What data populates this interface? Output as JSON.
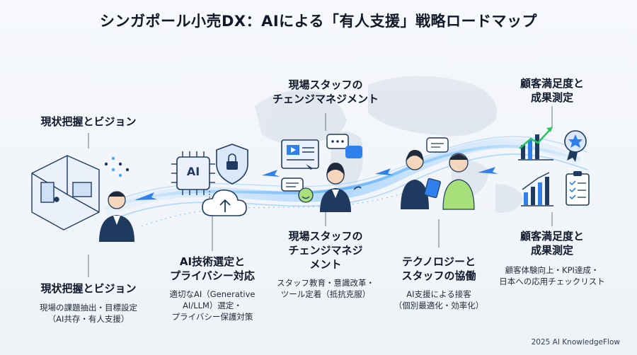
{
  "title": "シンガポール小売DX：AIによる「有人支援」戦略ロードマップ",
  "stages": [
    {
      "top_label": "現状把握とビジョン",
      "bottom_label": "現状把握とビジョン",
      "bottom_desc_1": "現場の課題抽出・目標設定",
      "bottom_desc_2": "（AI共存・有人支援）"
    },
    {
      "chip_text": "AI",
      "bottom_label_1": "AI技術選定と",
      "bottom_label_2": "プライバシー対応",
      "bottom_desc_1": "適切なAI（Generative",
      "bottom_desc_2": "AI/LLM）選定・",
      "bottom_desc_3": "プライバシー保護対策"
    },
    {
      "top_label_1": "現場スタッフの",
      "top_label_2": "チェンジマネジメント",
      "bottom_label_1": "現場スタッフの",
      "bottom_label_2": "チェンジマネジ",
      "bottom_label_3": "メント",
      "bottom_desc_1": "スタッフ教育・意識改革・",
      "bottom_desc_2": "ツール定着（抵抗克服）"
    },
    {
      "bottom_label_1": "テクノロジーと",
      "bottom_label_2": "スタッフの協働",
      "bottom_desc_1": "AI支援による接客",
      "bottom_desc_2": "（個別最適化・効率化）"
    },
    {
      "top_label_1": "顧客満足度と",
      "top_label_2": "成果測定",
      "bottom_label_1": "顧客満足度と",
      "bottom_label_2": "成果測定",
      "bottom_desc_1": "顧客体験向上・KPI達成・",
      "bottom_desc_2": "日本への応用チェックリスト"
    }
  ],
  "footer": "2025 AI KnowledgeFlow",
  "colors": {
    "accent": "#2f80ed",
    "navy": "#1e3a5f",
    "glow": "#5ab4ff"
  }
}
